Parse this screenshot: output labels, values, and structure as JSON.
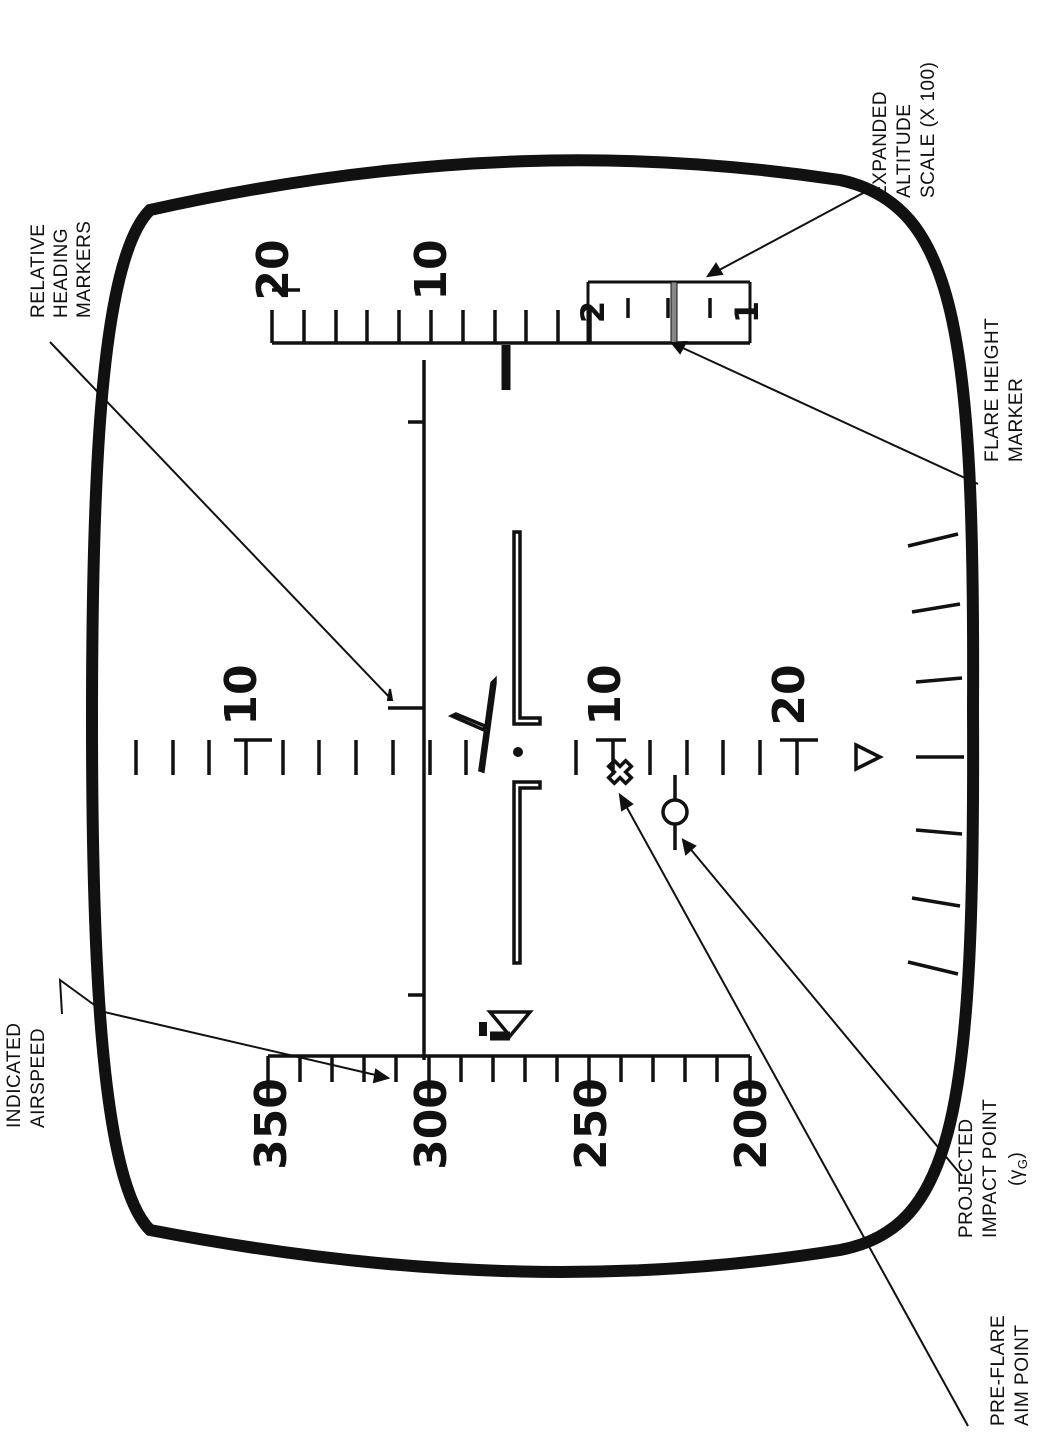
{
  "figure": {
    "airspeed_scale": {
      "labels": [
        "350",
        "300",
        "250",
        "200"
      ]
    },
    "heading_scale": {
      "left_label": "10",
      "right_labels": [
        "10",
        "20"
      ]
    },
    "altitude_scale": {
      "labels": [
        "20",
        "10"
      ]
    },
    "expanded_altitude_scale": {
      "labels": [
        "2",
        "1"
      ]
    },
    "callouts": {
      "relative_heading_markers": [
        "RELATIVE",
        "HEADING",
        "MARKERS"
      ],
      "expanded_altitude_scale": [
        "EXPANDED",
        "ALTITUDE",
        "SCALE (X 100)"
      ],
      "flare_height_marker": [
        "FLARE HEIGHT",
        "MARKER"
      ],
      "indicated_airspeed": [
        "INDICATED",
        "AIRSPEED"
      ],
      "projected_impact_point": [
        "PROJECTED",
        "IMPACT POINT",
        "(γ",
        "G",
        ")"
      ],
      "pre_flare_aim_point": [
        "PRE-FLARE",
        "AIM POINT"
      ]
    }
  }
}
